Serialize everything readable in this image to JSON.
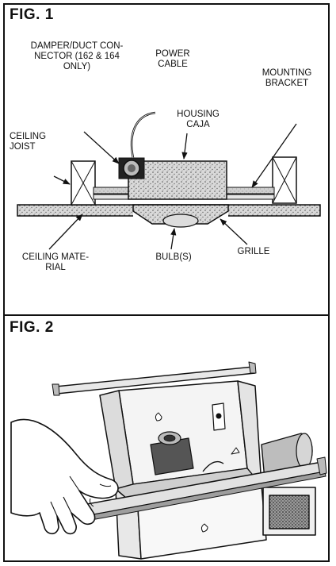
{
  "figures": [
    {
      "title": "FIG. 1",
      "labels": {
        "damper_line1": "DAMPER/DUCT CON-",
        "damper_line2": "NECTOR (162 & 164",
        "damper_line3": "ONLY)",
        "power_line1": "POWER",
        "power_line2": "CABLE",
        "mounting_line1": "MOUNTING",
        "mounting_line2": "BRACKET",
        "housing_line1": "HOUSING",
        "housing_line2": "CAJA",
        "joist_line1": "CEILING",
        "joist_line2": "JOIST",
        "ceilmat_line1": "CEILING MATE-",
        "ceilmat_line2": "RIAL",
        "bulbs": "BULB(S)",
        "grille": "GRILLE"
      }
    },
    {
      "title": "FIG. 2"
    }
  ]
}
